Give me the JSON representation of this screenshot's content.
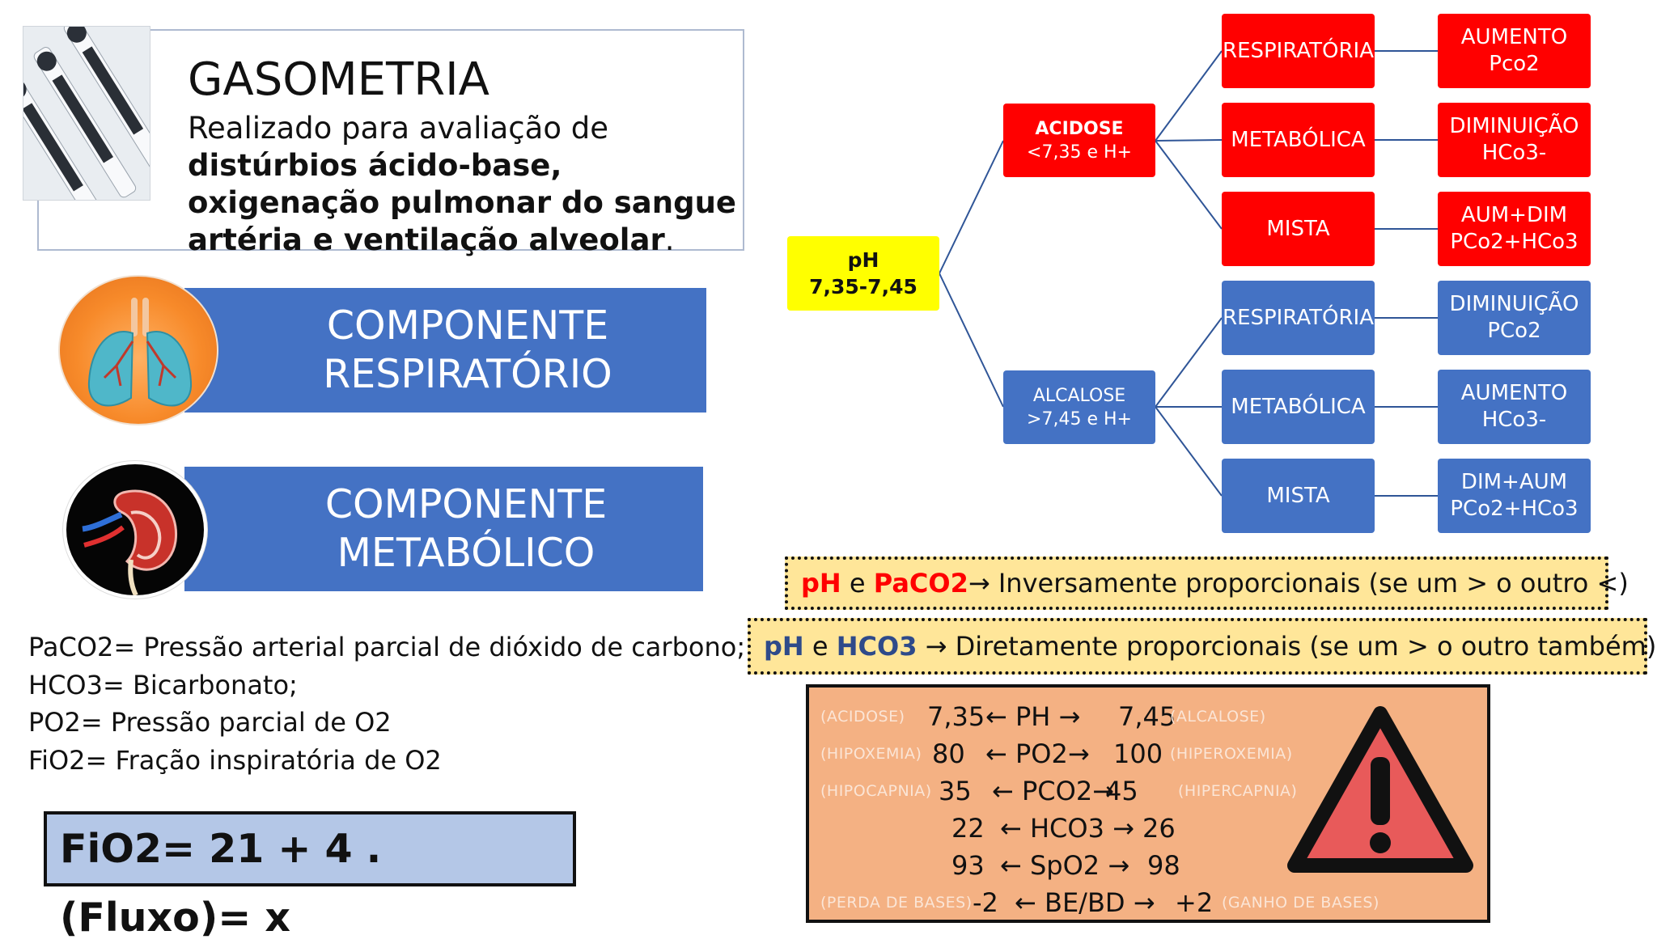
{
  "title": {
    "heading": "GASOMETRIA",
    "desc_plain": "Realizado para avaliação de ",
    "desc_bold": "distúrbios ácido-base, oxigenação pulmonar do sangue artéria e ventilação alveolar",
    "desc_end": "."
  },
  "components": {
    "respiratory": {
      "line1": "COMPONENTE",
      "line2": "RESPIRATÓRIO"
    },
    "metabolic": {
      "line1": "COMPONENTE",
      "line2": "METABÓLICO"
    }
  },
  "definitions": [
    "PaCO2= Pressão arterial parcial de dióxido de carbono;",
    "HCO3= Bicarbonato;",
    "PO2= Pressão parcial de O2",
    "FiO2= Fração inspiratória de O2"
  ],
  "formula": "FiO2= 21 + 4 . (Fluxo)= x",
  "tree": {
    "root": {
      "line1": "pH",
      "line2": "7,35-7,45"
    },
    "acidose": {
      "line1": "ACIDOSE",
      "line2": "<7,35 e H+"
    },
    "alcalose": {
      "line1": "ALCALOSE",
      "line2": ">7,45 e H+"
    },
    "acid_types": [
      "RESPIRATÓRIA",
      "METABÓLICA",
      "MISTA"
    ],
    "alca_types": [
      "RESPIRATÓRIA",
      "METABÓLICA",
      "MISTA"
    ],
    "acid_results": [
      {
        "line1": "AUMENTO",
        "line2": "Pco2"
      },
      {
        "line1": "DIMINUIÇÃO",
        "line2": "HCo3-"
      },
      {
        "line1": "AUM+DIM",
        "line2": "PCo2+HCo3"
      }
    ],
    "alca_results": [
      {
        "line1": "DIMINUIÇÃO",
        "line2": "PCo2"
      },
      {
        "line1": "AUMENTO",
        "line2": "HCo3-"
      },
      {
        "line1": "DIM+AUM",
        "line2": "PCo2+HCo3"
      }
    ]
  },
  "notes": {
    "note1": {
      "a": "pH",
      "b": " e ",
      "c": "PaCO2",
      "d": "→ Inversamente proporcionais (se um > o outro <)"
    },
    "note2": {
      "a": "pH",
      "b": " e ",
      "c": "HCO3",
      "d": " → Diretamente proporcionais (se um > o outro também)"
    }
  },
  "reference": [
    {
      "left_tag": "(ACIDOSE)",
      "low": "7,35",
      "param": "← PH →",
      "high": "7,45",
      "right_tag": "(ALCALOSE)"
    },
    {
      "left_tag": "(HIPOXEMIA)",
      "low": "80",
      "param": "← PO2→",
      "high": "100",
      "right_tag": "(HIPEROXEMIA)"
    },
    {
      "left_tag": "(HIPOCAPNIA)",
      "low": "35",
      "param": "← PCO2→",
      "high": "45",
      "right_tag": "(HIPERCAPNIA)"
    },
    {
      "left_tag": "",
      "low": "22",
      "param": "← HCO3 →",
      "high": "26",
      "right_tag": ""
    },
    {
      "left_tag": "",
      "low": "93",
      "param": "← SpO2 →",
      "high": "98",
      "right_tag": ""
    },
    {
      "left_tag": "(PERDA DE BASES)",
      "low": "-2",
      "param": "← BE/BD →",
      "high": "+2",
      "right_tag": "(GANHO DE BASES)"
    }
  ],
  "colors": {
    "red": "#ff0000",
    "blue": "#4472c4",
    "yellow": "#ffff00",
    "note_fill": "#ffe699",
    "ref_fill": "#f4b183",
    "warning_fill": "#e85a5a"
  }
}
